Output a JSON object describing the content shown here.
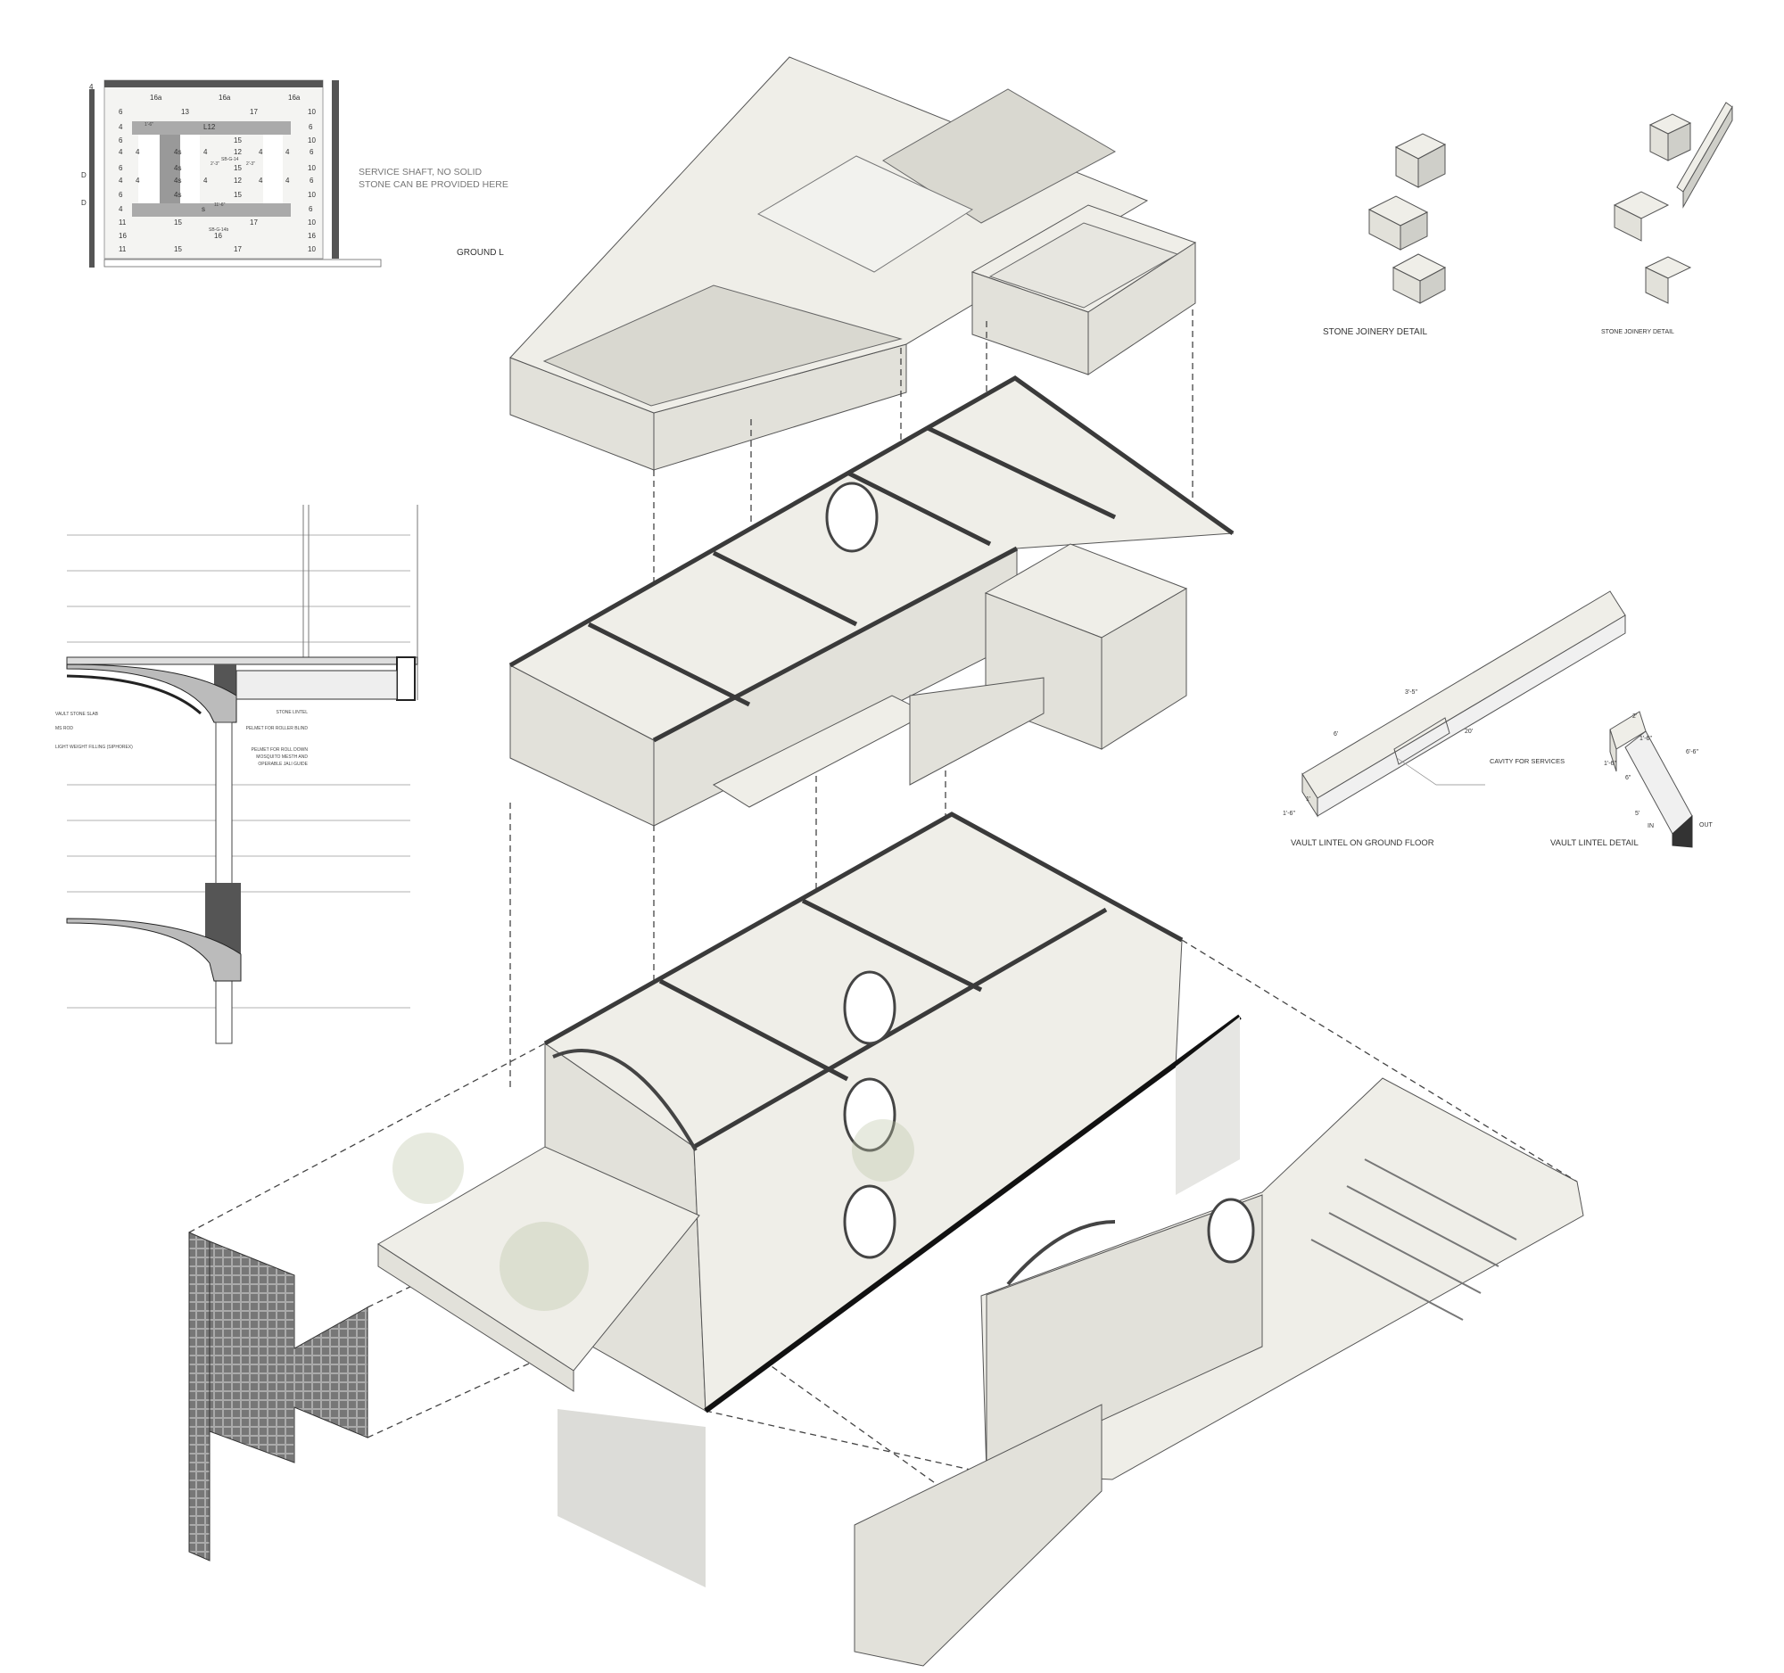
{
  "plan": {
    "note": [
      "SERVICE SHAFT, NO SOLID",
      "STONE CAN BE PROVIDED HERE"
    ],
    "level_label": "GROUND L",
    "corner_label": "4",
    "door_labels": [
      "D",
      "D"
    ],
    "rows": [
      [
        "16a",
        "16a",
        "16a"
      ],
      [
        "6",
        "13",
        "17",
        "10"
      ],
      [
        "4",
        "L12",
        "6"
      ],
      [
        "6",
        "15",
        "10"
      ],
      [
        "4",
        "4",
        "4s",
        "4",
        "12",
        "4",
        "4",
        "6"
      ],
      [
        "6",
        "4s",
        "15",
        "10"
      ],
      [
        "4",
        "4",
        "4s",
        "4",
        "12",
        "4",
        "4",
        "6"
      ],
      [
        "6",
        "4s",
        "15",
        "10"
      ],
      [
        "4",
        "s",
        "6"
      ],
      [
        "11",
        "15",
        "17",
        "10"
      ],
      [
        "16",
        "16",
        "16"
      ],
      [
        "11",
        "15",
        "17",
        "10"
      ]
    ],
    "annotations": [
      "1'-6\"",
      "SB-G-14",
      "2'-3\"",
      "2'-3\"",
      "11'-6\"",
      "SB-G-14b"
    ]
  },
  "section": {
    "left_labels": [
      "VAULT STONE SLAB",
      "MS ROD",
      "LIGHT WEIGHT FILLING (SIPHOREX)"
    ],
    "right_labels": [
      "STONE LINTEL",
      "PELMET FOR ROLLER BLIND"
    ],
    "pelmet_note": [
      "PELMET FOR ROLL DOWN",
      "MOSQUITO MESTH AND",
      "OPERABLE JALI GUIDE"
    ]
  },
  "joinery": {
    "label_1": "STONE JOINERY DETAIL",
    "label_2": "STONE JOINERY DETAIL"
  },
  "vault_lintel_ground": {
    "label": "VAULT LINTEL ON GROUND FLOOR",
    "callout": "CAVITY FOR SERVICES",
    "dims": [
      "6'",
      "3'-5\"",
      "20'",
      "1'-6\"",
      "1'"
    ]
  },
  "vault_lintel_detail": {
    "label": "VAULT LINTEL DETAIL",
    "dims": [
      "2'",
      "1'-6\"",
      "6'-6\"",
      "1'-6\"",
      "6\"",
      "5'"
    ],
    "in_label": "IN",
    "out_label": "OUT"
  },
  "colors": {
    "stone": "#efeee8",
    "stone_shade": "#e2e1da",
    "wall_cut": "#3a3a3a",
    "tree": "#b9c3a3"
  }
}
